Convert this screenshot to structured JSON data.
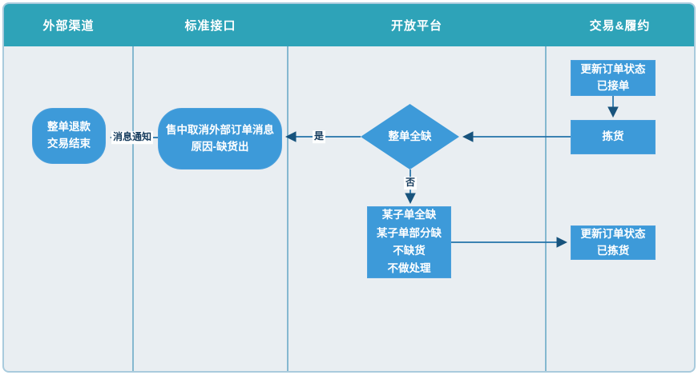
{
  "diagram": {
    "lanes": [
      {
        "title": "外部渠道"
      },
      {
        "title": "标准接口"
      },
      {
        "title": "开放平台"
      },
      {
        "title": "交易&履约"
      }
    ],
    "nodes": {
      "refund_end": {
        "type": "rounded",
        "lines": [
          "整单退款",
          "交易结束"
        ]
      },
      "cancel_message": {
        "type": "rounded",
        "lines": [
          "售中取消外部订单消息",
          "原因-缺货出"
        ]
      },
      "full_shortage_decision": {
        "type": "decision",
        "lines": [
          "整单全缺"
        ]
      },
      "partial_shortage": {
        "type": "process",
        "lines": [
          "某子单全缺",
          "某子单部分缺",
          "不缺货",
          "不做处理"
        ]
      },
      "update_status_accepted": {
        "type": "process",
        "lines": [
          "更新订单状态",
          "已接单"
        ]
      },
      "picking": {
        "type": "process",
        "lines": [
          "拣货"
        ]
      },
      "update_status_picked": {
        "type": "process",
        "lines": [
          "更新订单状态",
          "已拣货"
        ]
      }
    },
    "edge_labels": {
      "yes": "是",
      "no": "否",
      "notify": "消息通知"
    },
    "colors": {
      "header_bg": "#2EA3B8",
      "node_fill": "#3D9AD9",
      "connector": "#2272A8",
      "arrowhead": "#17537D",
      "label_text": "#143A5C",
      "lane_bg": "#E9EEF2",
      "divider": "#85B8D0",
      "frame_border": "#A9CBDD"
    }
  }
}
